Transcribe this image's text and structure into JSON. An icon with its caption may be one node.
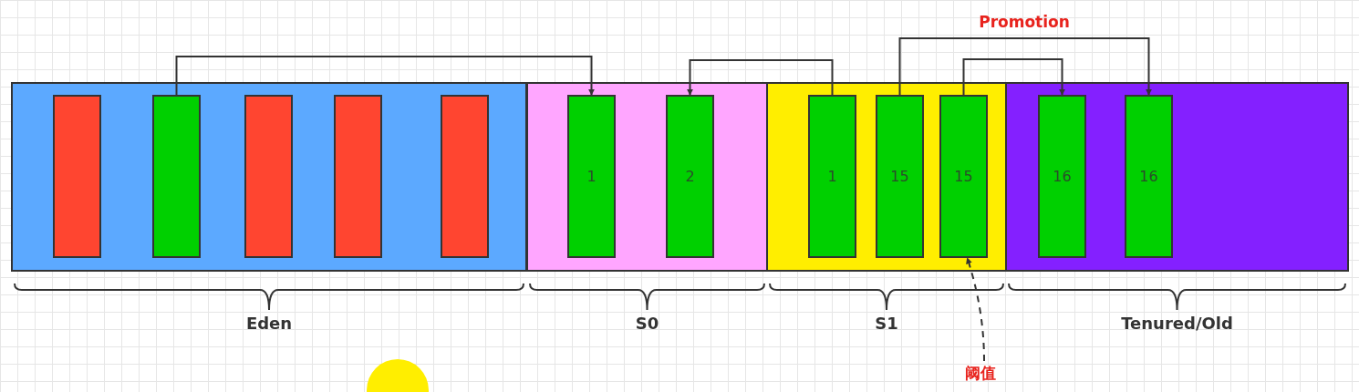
{
  "diagram": {
    "nodes": [
      {
        "text": [],
        "shape": "box",
        "beside": [
          "Eden"
        ]
      },
      {
        "text": [],
        "shape": "bar",
        "in": 0
      },
      {
        "text": [],
        "shape": "bar",
        "in": 0
      },
      {
        "text": [],
        "shape": "bar",
        "in": 0
      },
      {
        "text": [],
        "shape": "bar",
        "in": 0
      },
      {
        "text": [],
        "shape": "bar",
        "in": 0
      },
      {
        "text": [],
        "shape": "box",
        "beside": [
          "S0"
        ]
      },
      {
        "text": [
          "1"
        ],
        "in": 6
      },
      {
        "text": [
          "2"
        ],
        "in": 6
      },
      {
        "text": [],
        "shape": "box",
        "beside": [
          "S1"
        ]
      },
      {
        "text": [
          "1"
        ],
        "in": 9
      },
      {
        "text": [
          "15"
        ],
        "in": 9
      },
      {
        "text": [
          "15"
        ],
        "in": 9
      },
      {
        "text": [],
        "shape": "box",
        "beside": [
          "Tenured/Old"
        ]
      },
      {
        "text": [
          "16"
        ],
        "in": 13
      },
      {
        "text": [
          "16"
        ],
        "in": 13
      },
      {
        "text": [
          "阈值"
        ]
      }
    ],
    "edges": [
      {
        "from": 2,
        "to": 7,
        "arrow": "to"
      },
      {
        "from": 10,
        "to": 8,
        "arrow": "to"
      },
      {
        "from": 11,
        "to": 15,
        "arrow": "to",
        "label": "Promotion"
      },
      {
        "from": 12,
        "to": 14,
        "arrow": "to"
      },
      {
        "from": 16,
        "to": 12,
        "arrow": "to",
        "style": "dashed"
      }
    ]
  }
}
